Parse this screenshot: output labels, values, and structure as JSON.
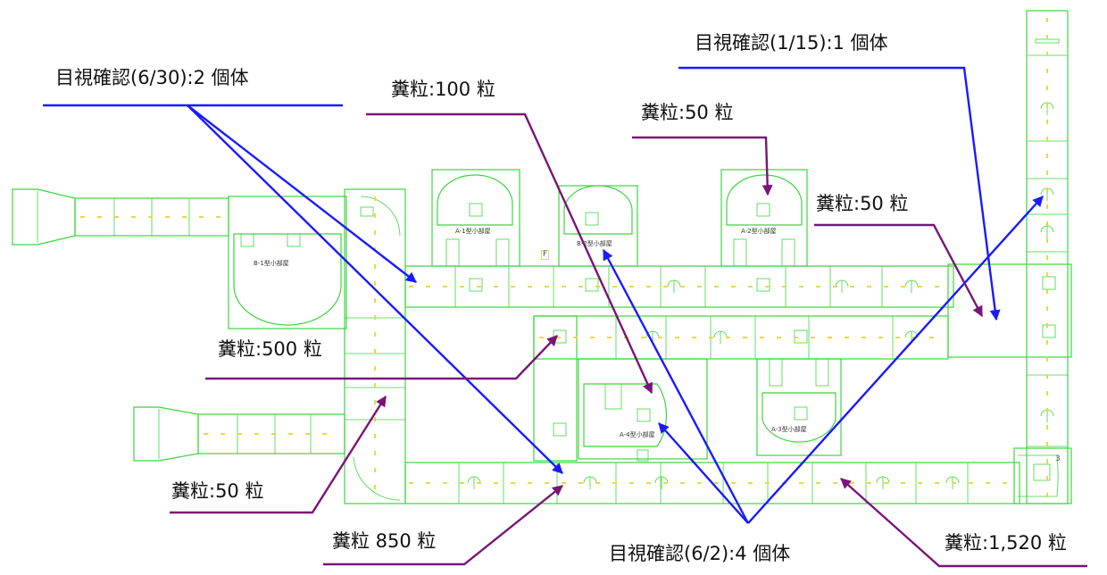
{
  "annotations": {
    "visual_6_30": "目視確認(6/30):2 個体",
    "visual_1_15": "目視確認(1/15):1 個体",
    "visual_6_2": "目視確認(6/2):4 個体",
    "feces_100": "糞粒:100 粒",
    "feces_50_top": "糞粒:50 粒",
    "feces_50_right": "糞粒:50 粒",
    "feces_500": "糞粒:500 粒",
    "feces_50_left": "糞粒:50 粒",
    "feces_850": "糞粒 850 粒",
    "feces_1520": "糞粒:1,520 粒"
  },
  "rooms": {
    "b1": "B-1型小部屋",
    "a1": "A-1型小部屋",
    "b2": "B-2型小部屋",
    "a2": "A-2型小部屋",
    "a4": "A-4型小部屋",
    "a3": "A-3型小部屋"
  },
  "tags": {
    "f": "F",
    "three": "3"
  },
  "colors": {
    "visual_line": "#1a1aff",
    "feces_line": "#7a1478",
    "tunnel": "#3ed43e",
    "marker": "#e8d84a"
  }
}
